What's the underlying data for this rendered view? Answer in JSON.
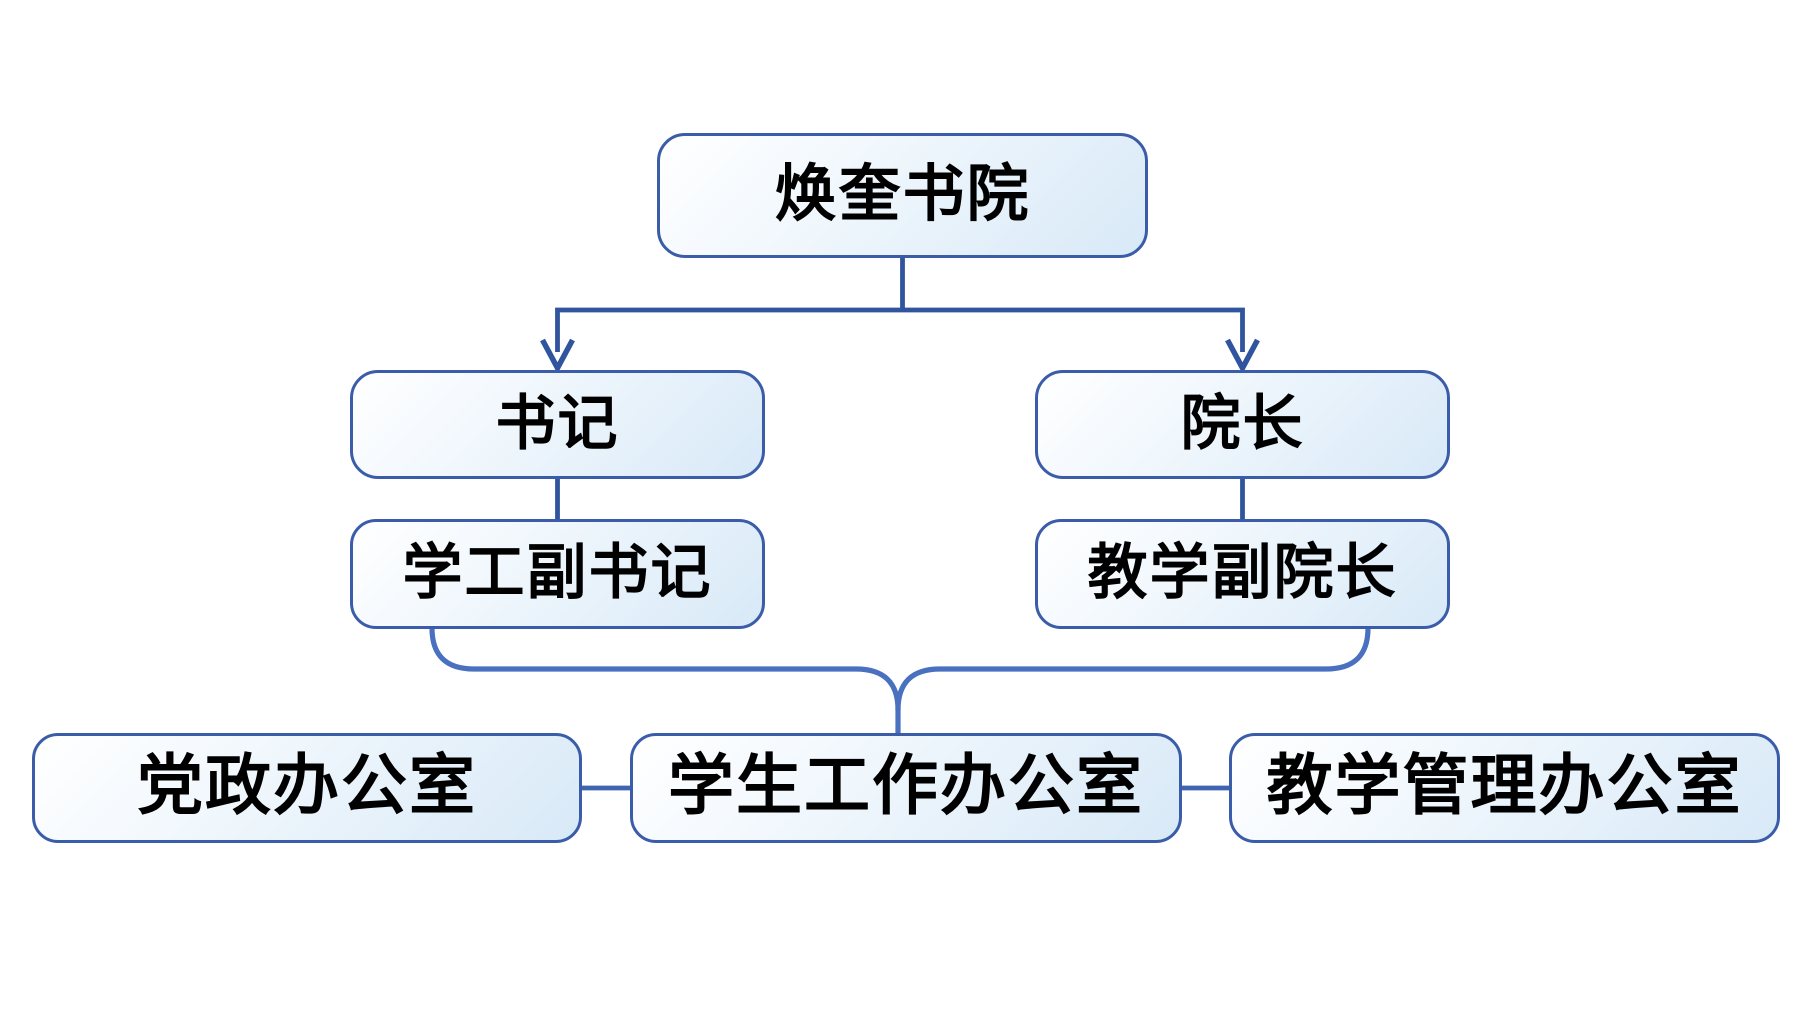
{
  "diagram": {
    "type": "org-chart",
    "background": "#ffffff",
    "node_border_color": "#3a5ca9",
    "node_fill_gradient": [
      "#ffffff",
      "#d8e9f7"
    ],
    "tree_line_color": "#30549d",
    "brace_line_color": "#4a70c0",
    "peer_line_color": "#3f65b0",
    "text_color": "#000000",
    "nodes": {
      "root": {
        "label": "焕奎书院"
      },
      "secretary": {
        "label": "书记"
      },
      "dean": {
        "label": "院长"
      },
      "deputy_secretary": {
        "label": "学工副书记"
      },
      "teaching_vice_dean": {
        "label": "教学副院长"
      },
      "party_office": {
        "label": "党政办公室"
      },
      "student_office": {
        "label": "学生工作办公室"
      },
      "teaching_office": {
        "label": "教学管理办公室"
      }
    },
    "edges": [
      {
        "from": "焕奎书院",
        "to": "书记",
        "style": "elbow-arrow"
      },
      {
        "from": "焕奎书院",
        "to": "院长",
        "style": "elbow-arrow"
      },
      {
        "from": "书记",
        "to": "学工副书记",
        "style": "line"
      },
      {
        "from": "院长",
        "to": "教学副院长",
        "style": "line"
      },
      {
        "from": "学工副书记",
        "to": "学生工作办公室",
        "style": "merge-brace"
      },
      {
        "from": "教学副院长",
        "to": "学生工作办公室",
        "style": "merge-brace"
      },
      {
        "from": "党政办公室",
        "to": "学生工作办公室",
        "style": "peer-line"
      },
      {
        "from": "学生工作办公室",
        "to": "教学管理办公室",
        "style": "peer-line"
      }
    ]
  }
}
